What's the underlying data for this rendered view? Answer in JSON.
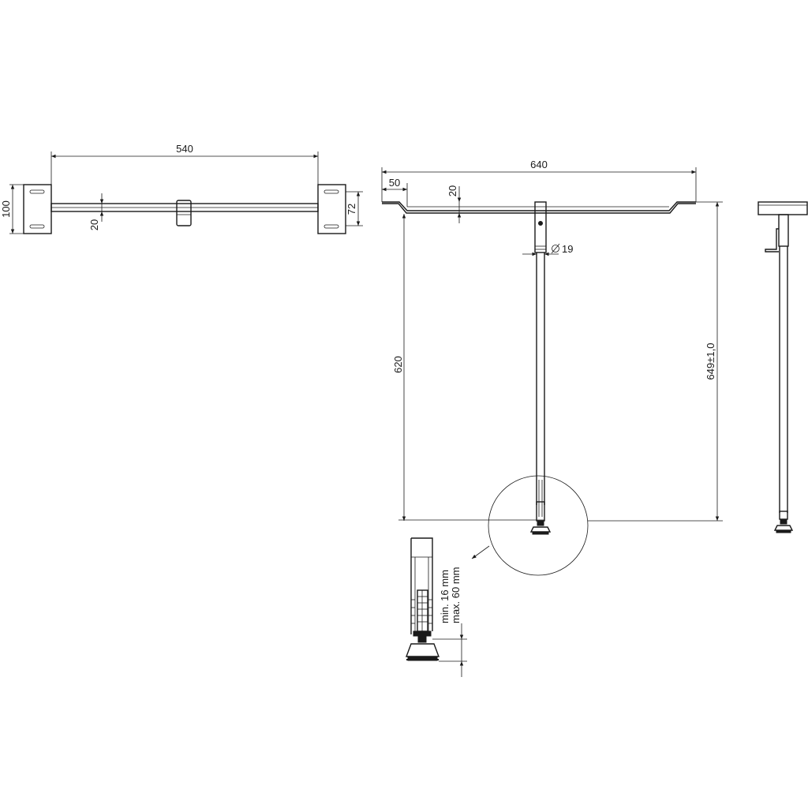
{
  "dims": {
    "top_width": "540",
    "top_height": "100",
    "top_bar": "20",
    "top_bracket": "72",
    "front_width": "640",
    "front_offset": "50",
    "front_bar": "20",
    "front_diameter": "19",
    "front_leg": "620",
    "front_total": "649±1,0"
  },
  "detail": {
    "line1": "min. 16 mm",
    "line2": "max. 60 mm"
  }
}
